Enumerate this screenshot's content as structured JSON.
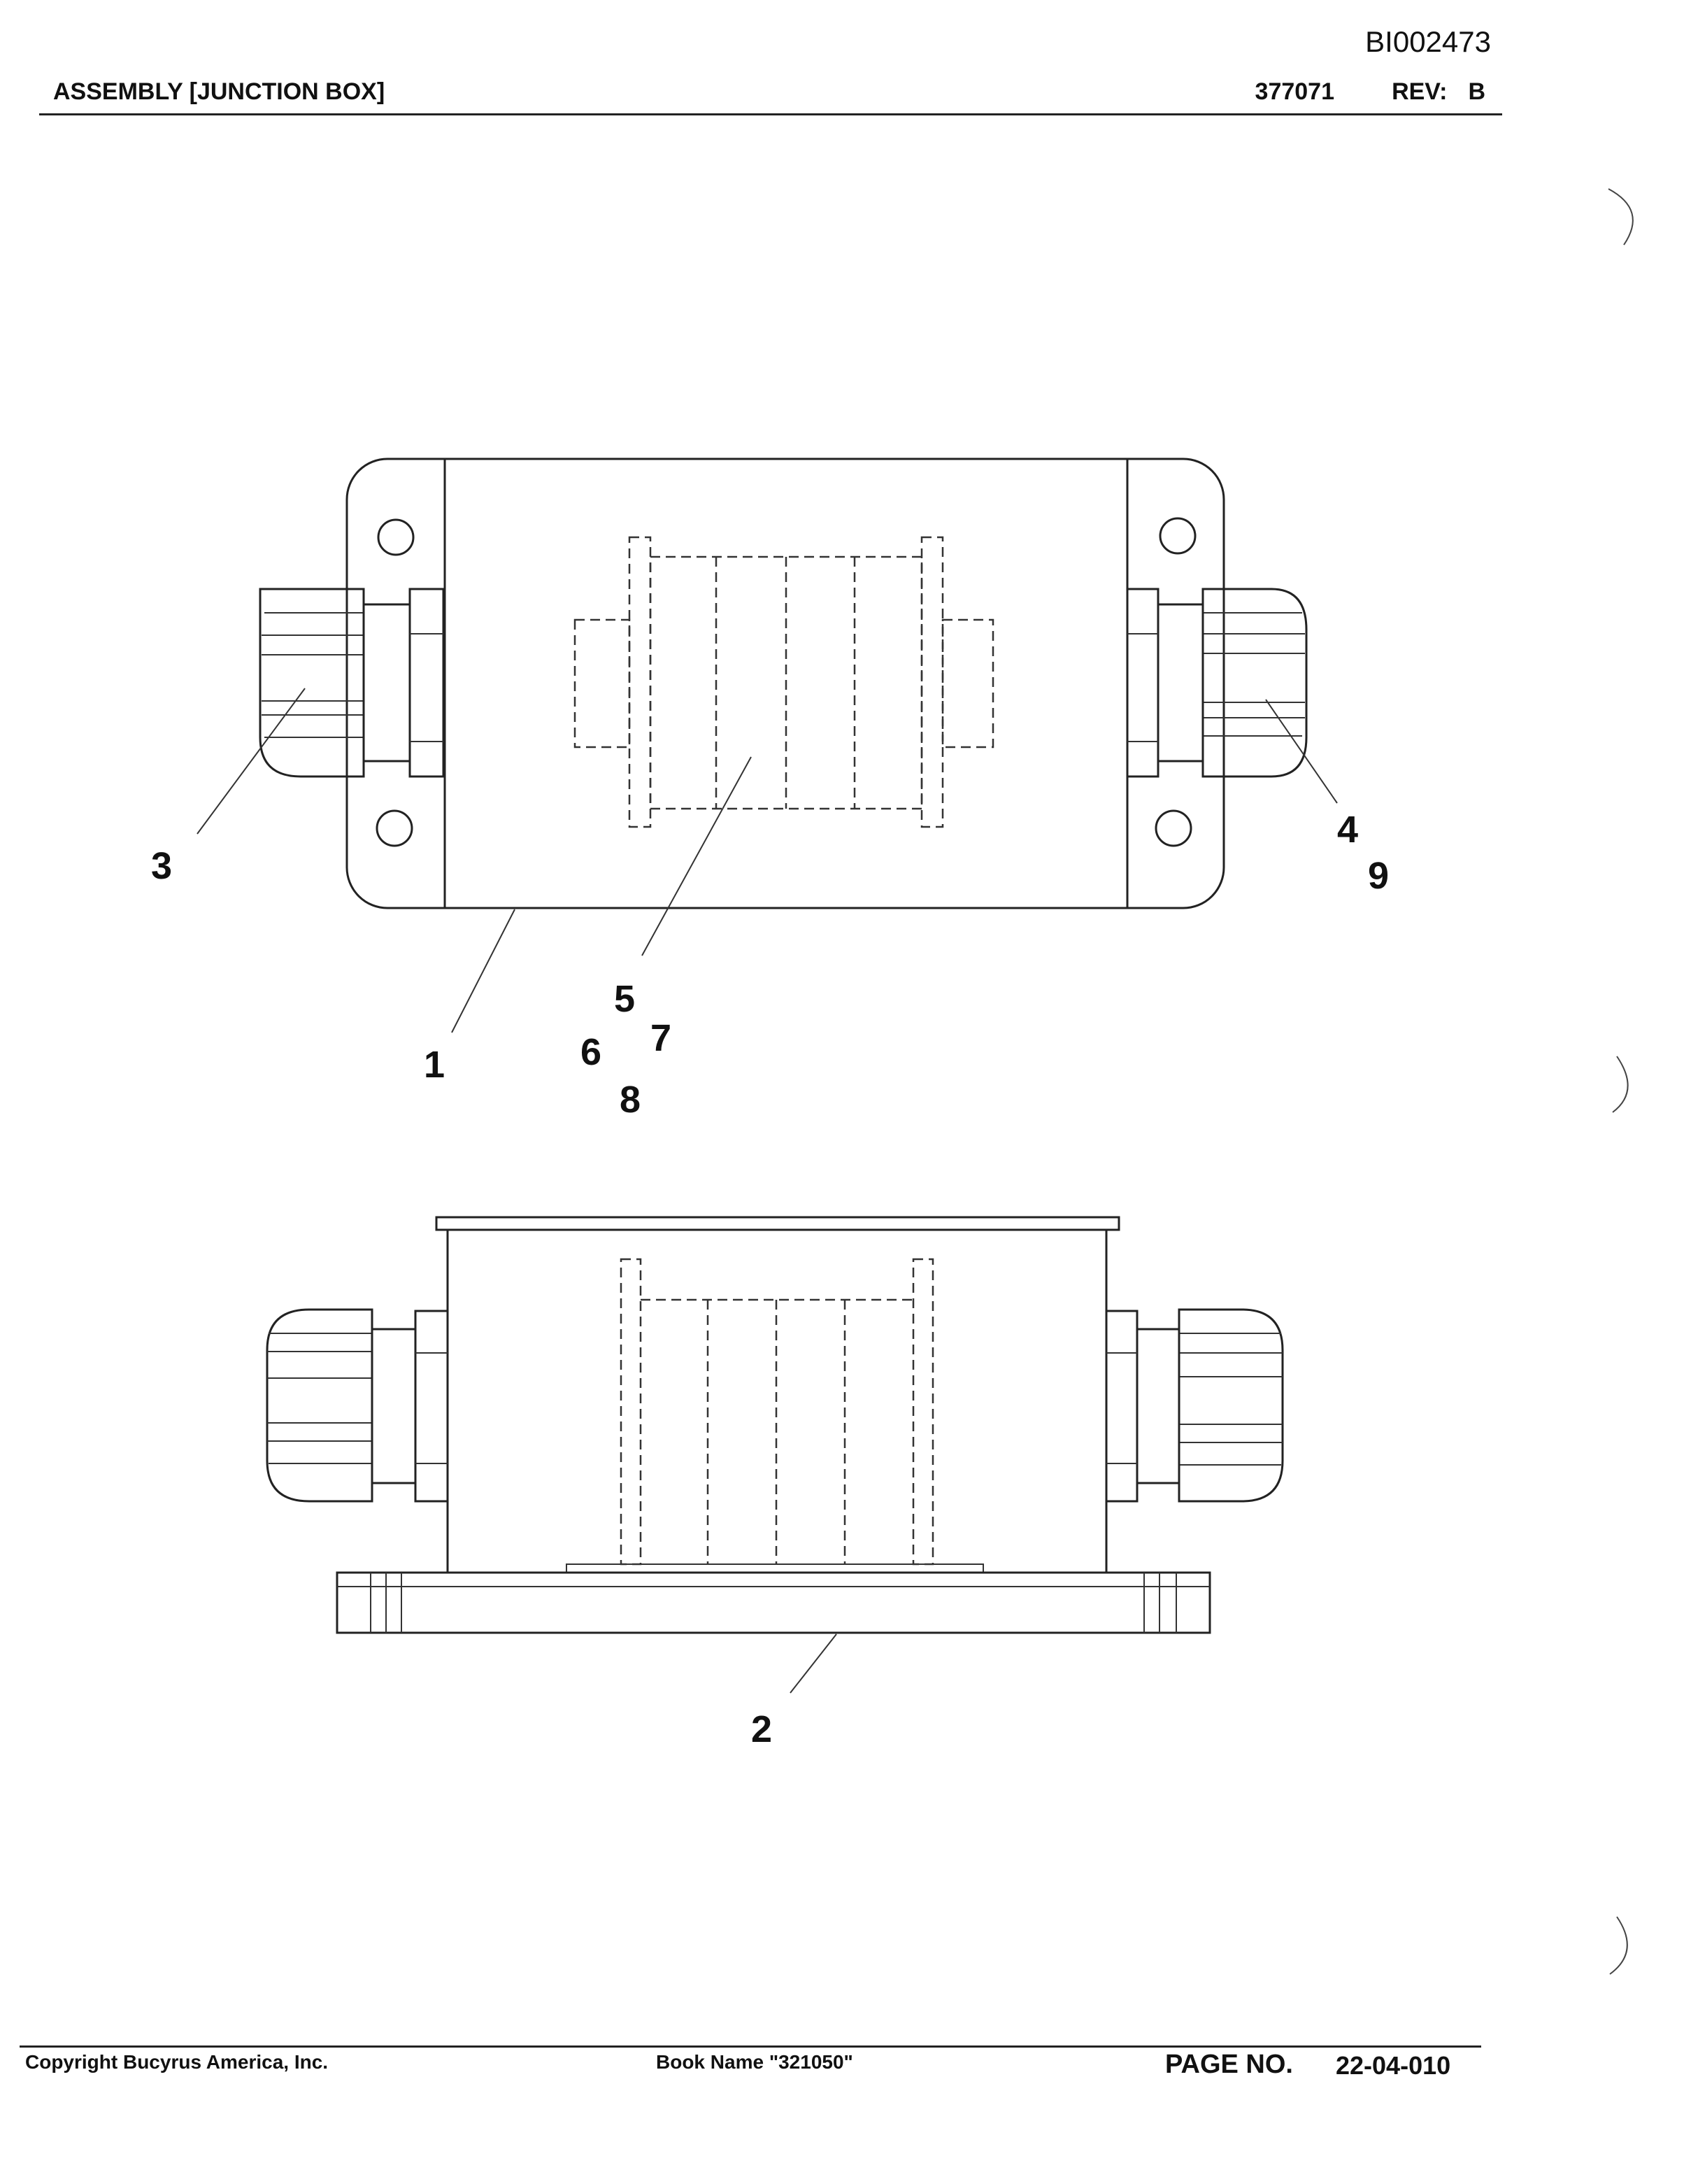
{
  "header": {
    "doc_id": "BI002473",
    "title": "ASSEMBLY [JUNCTION BOX]",
    "part_number": "377071",
    "rev_label": "REV:",
    "rev_value": "B"
  },
  "callouts": {
    "c1": "1",
    "c2": "2",
    "c3": "3",
    "c4": "4",
    "c5": "5",
    "c6": "6",
    "c7": "7",
    "c8": "8",
    "c9": "9"
  },
  "footer": {
    "copyright": "Copyright Bucyrus America, Inc.",
    "book_name": "Book Name \"321050\"",
    "page_label": "PAGE NO.",
    "page_number": "22-04-010"
  }
}
